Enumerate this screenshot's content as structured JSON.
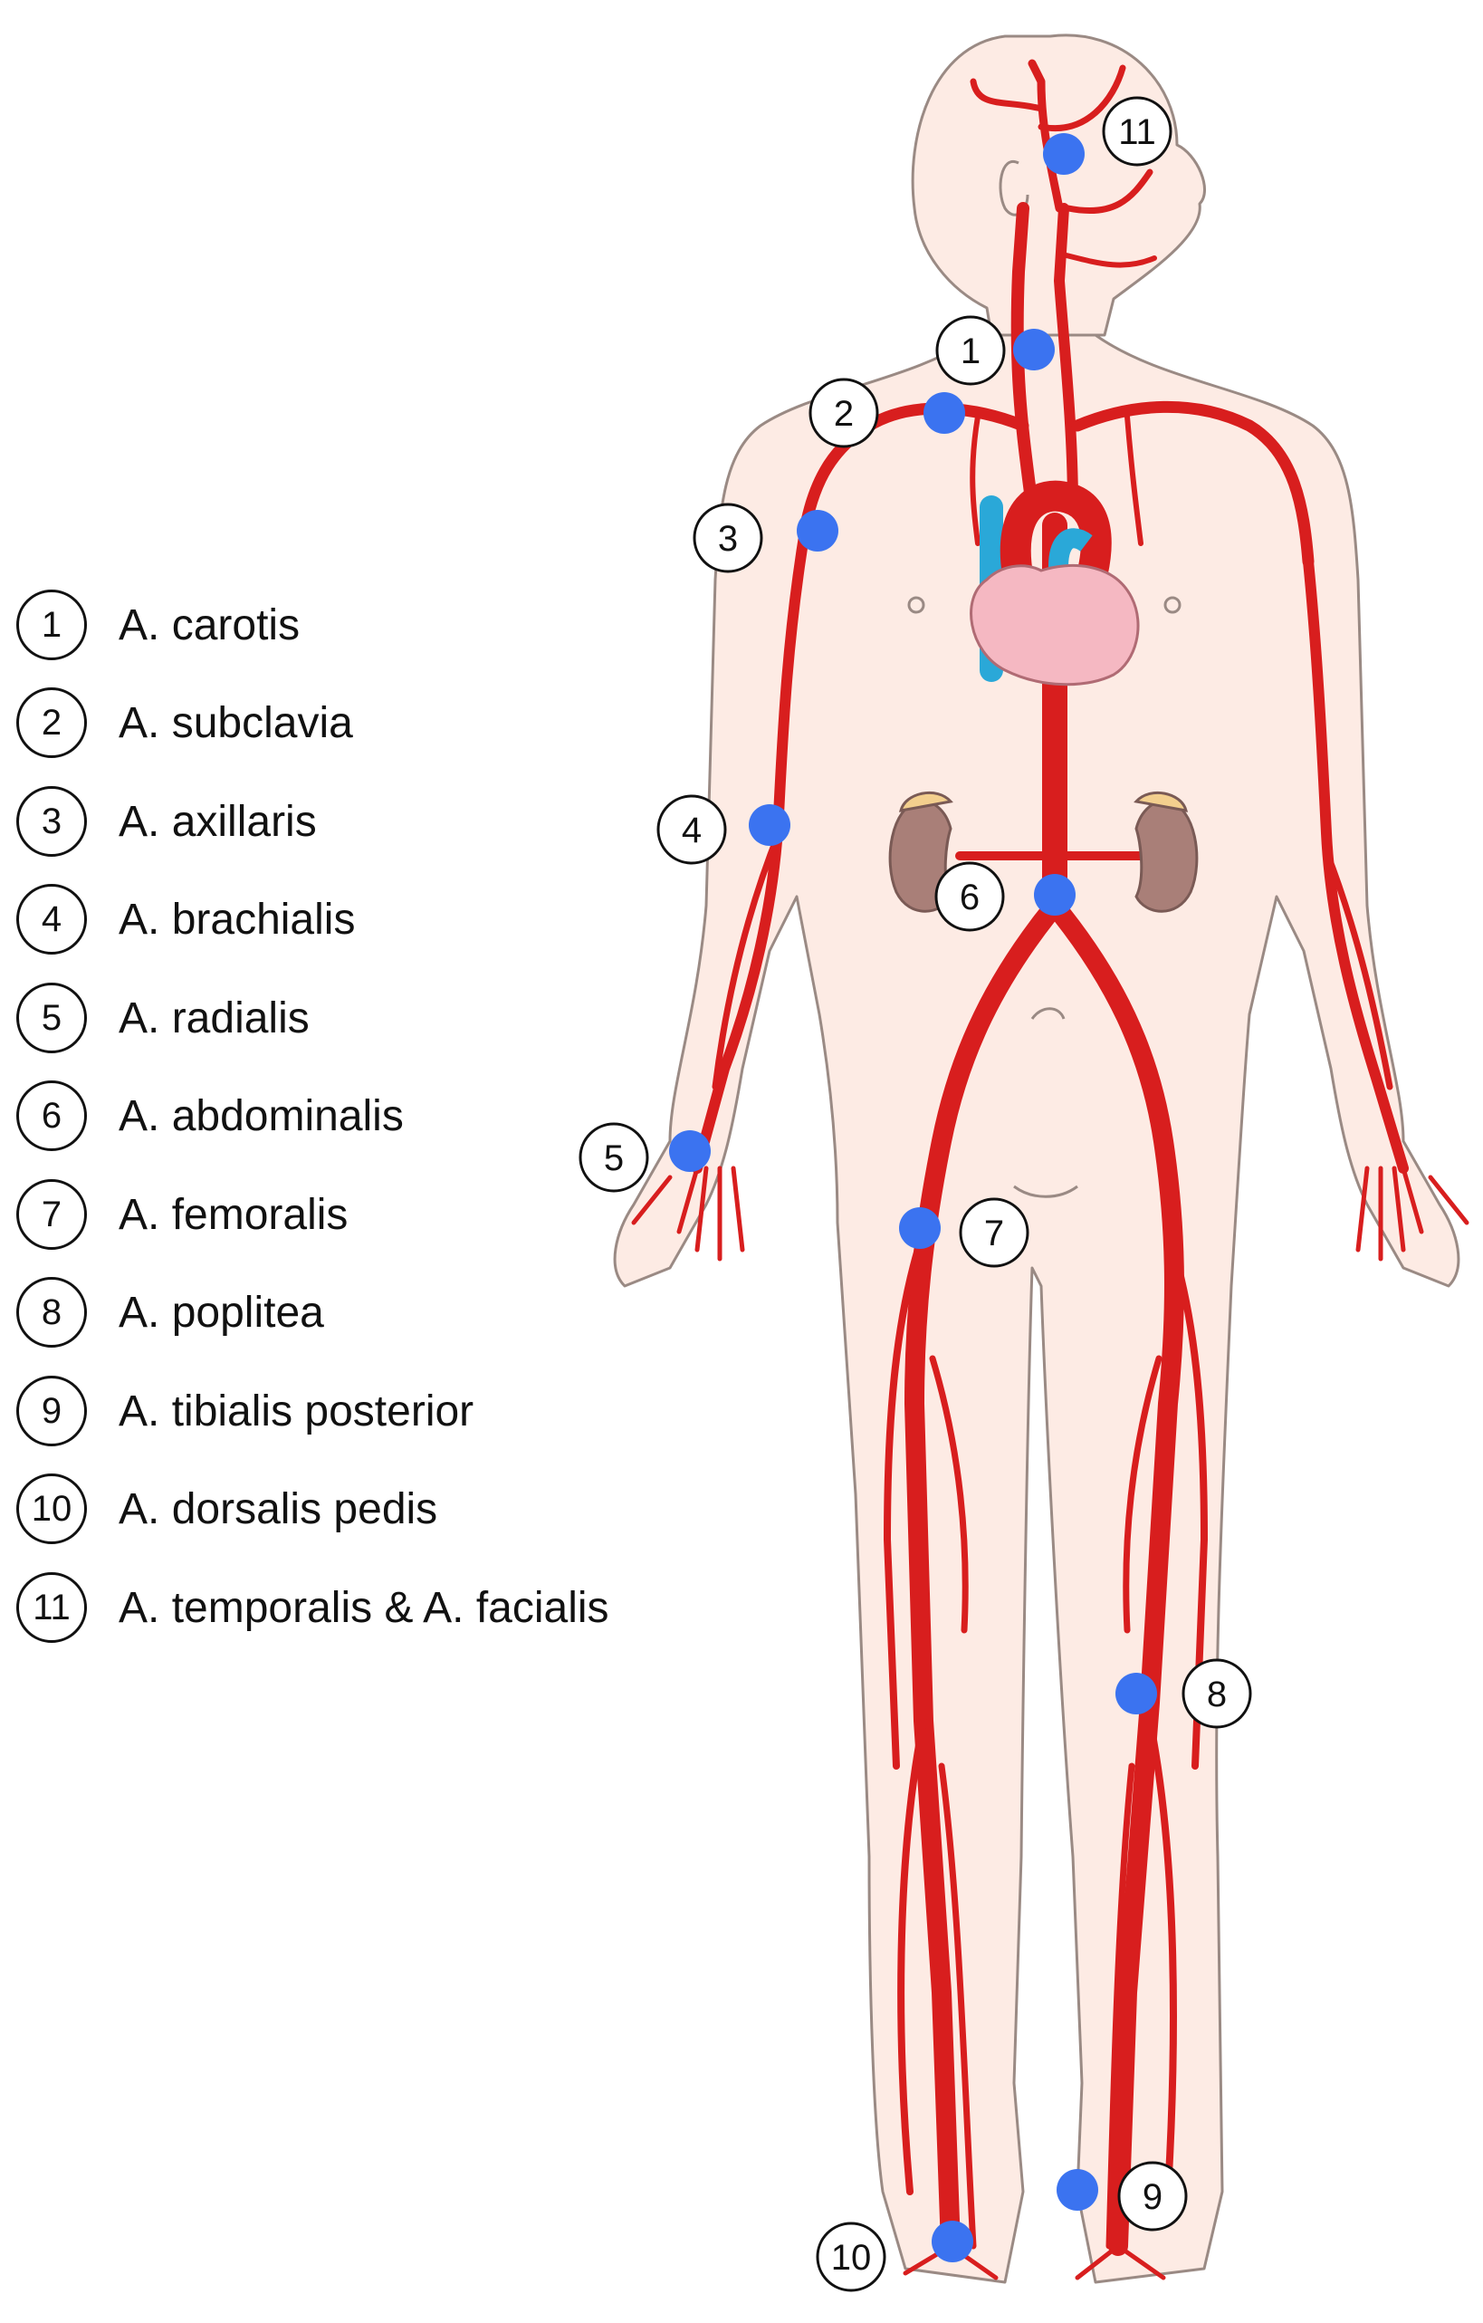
{
  "legend": {
    "items": [
      {
        "num": "1",
        "label": "A. carotis"
      },
      {
        "num": "2",
        "label": "A. subclavia"
      },
      {
        "num": "3",
        "label": "A. axillaris"
      },
      {
        "num": "4",
        "label": "A. brachialis"
      },
      {
        "num": "5",
        "label": "A. radialis"
      },
      {
        "num": "6",
        "label": "A. abdominalis"
      },
      {
        "num": "7",
        "label": "A. femoralis"
      },
      {
        "num": "8",
        "label": "A. poplitea"
      },
      {
        "num": "9",
        "label": "A. tibialis posterior"
      },
      {
        "num": "10",
        "label": "A. dorsalis pedis"
      },
      {
        "num": "11",
        "label": "A. temporalis & A. facialis"
      }
    ]
  },
  "colors": {
    "artery": "#d81e1e",
    "skin": "#fdebe4",
    "outline": "#9a8a84",
    "pulse_point": "#3b73f0",
    "heart": "#f5b8c2",
    "vein": "#2aa8d8",
    "kidney": "#a97f78",
    "adrenal": "#f3cf8e"
  }
}
